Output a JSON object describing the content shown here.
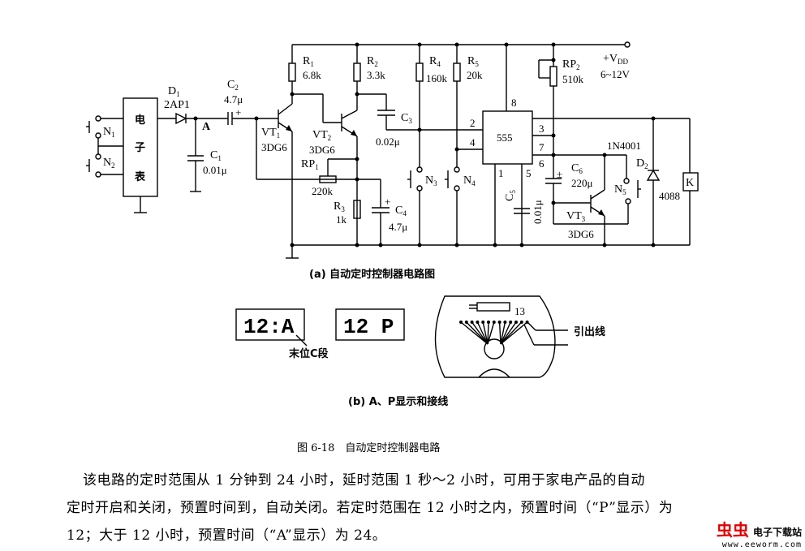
{
  "figure": {
    "number_caption": "图 6-18　自动定时控制器电路",
    "sub_a_caption": "(a) 自动定时控制器电路图",
    "sub_b_caption": "(b) A、P显示和接线"
  },
  "components": {
    "clock_block": [
      "电",
      "子",
      "表"
    ],
    "N1": "N",
    "N1_sub": "1",
    "N2": "N",
    "N2_sub": "2",
    "D1": "D",
    "D1_sub": "1",
    "D1_val": "2AP1",
    "node_A": "A",
    "C1": "C",
    "C1_sub": "1",
    "C1_val": "0.01μ",
    "C2": "C",
    "C2_sub": "2",
    "C2_val": "4.7μ",
    "C2_pol": "+",
    "VT1": "VT",
    "VT1_sub": "1",
    "VT1_val": "3DG6",
    "VT2": "VT",
    "VT2_sub": "2",
    "VT2_val": "3DG6",
    "R1": "R",
    "R1_sub": "1",
    "R1_val": "6.8k",
    "R2": "R",
    "R2_sub": "2",
    "R2_val": "3.3k",
    "R3": "R",
    "R3_sub": "3",
    "R3_val": "1k",
    "R4": "R",
    "R4_sub": "4",
    "R4_val": "160k",
    "R5": "R",
    "R5_sub": "5",
    "R5_val": "20k",
    "RP1": "RP",
    "RP1_sub": "1",
    "RP1_val": "220k",
    "RP2": "RP",
    "RP2_sub": "2",
    "RP2_val": "510k",
    "C3": "C",
    "C3_sub": "3",
    "C3_val": "0.02μ",
    "C4": "C",
    "C4_sub": "4",
    "C4_val": "4.7μ",
    "C4_pol": "+",
    "C5": "C",
    "C5_sub": "5",
    "C5_val": "0.01μ",
    "C6": "C",
    "C6_sub": "6",
    "C6_val": "220μ",
    "C6_pol": "±",
    "N3": "N",
    "N3_sub": "3",
    "N4": "N",
    "N4_sub": "4",
    "N5": "N",
    "N5_sub": "5",
    "IC": "555",
    "pins": {
      "p1": "1",
      "p2": "2",
      "p3": "3",
      "p4": "4",
      "p5": "5",
      "p6": "6",
      "p7": "7",
      "p8": "8"
    },
    "VT3": "VT",
    "VT3_sub": "3",
    "VT3_val": "3DG6",
    "D2": "D",
    "D2_sub": "2",
    "D2_val": "1N4001",
    "relay": "K",
    "relay_val": "4088",
    "vdd": "+V",
    "vdd_sub": "DD",
    "vdd_range": "6~12V"
  },
  "displays": {
    "display_a": "12:A",
    "display_p": "12 P",
    "segment_note": "末位C段",
    "pad_count": "13",
    "lead_label": "引出线"
  },
  "paragraph": [
    "该电路的定时范围从 1 分钟到 24 小时，延时范围 1 秒～2 小时，可用于家电产品的自动",
    "定时开启和关闭，预置时间到，自动关闭。若定时范围在 12 小时之内，预置时间（“P”显示）为",
    "12；大于 12 小时，预置时间（“A”显示）为 24。"
  ],
  "watermark": {
    "brand": "虫虫",
    "text": "电子下载站",
    "url": "www.eeworm.com"
  }
}
